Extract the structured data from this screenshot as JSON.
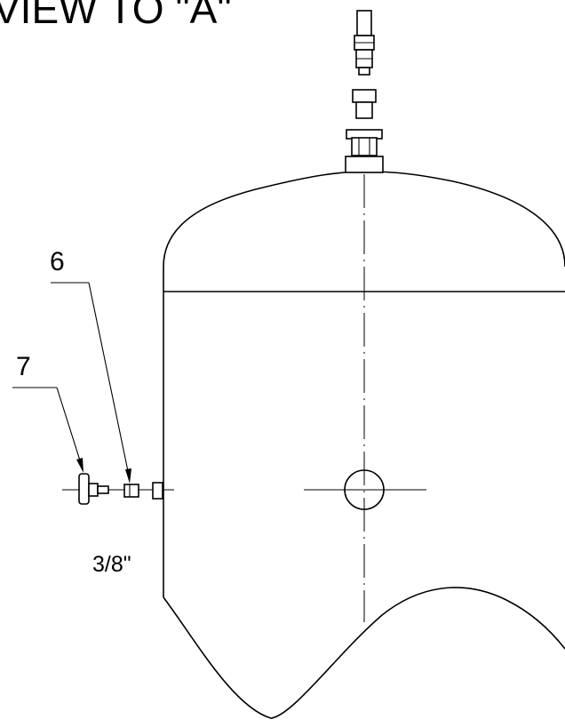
{
  "drawing": {
    "view_title": "VIEW TO \"A\"",
    "callouts": [
      {
        "id": "balloon-6",
        "number": "6"
      },
      {
        "id": "balloon-7",
        "number": "7"
      }
    ],
    "dimension_label": "3/8\""
  }
}
